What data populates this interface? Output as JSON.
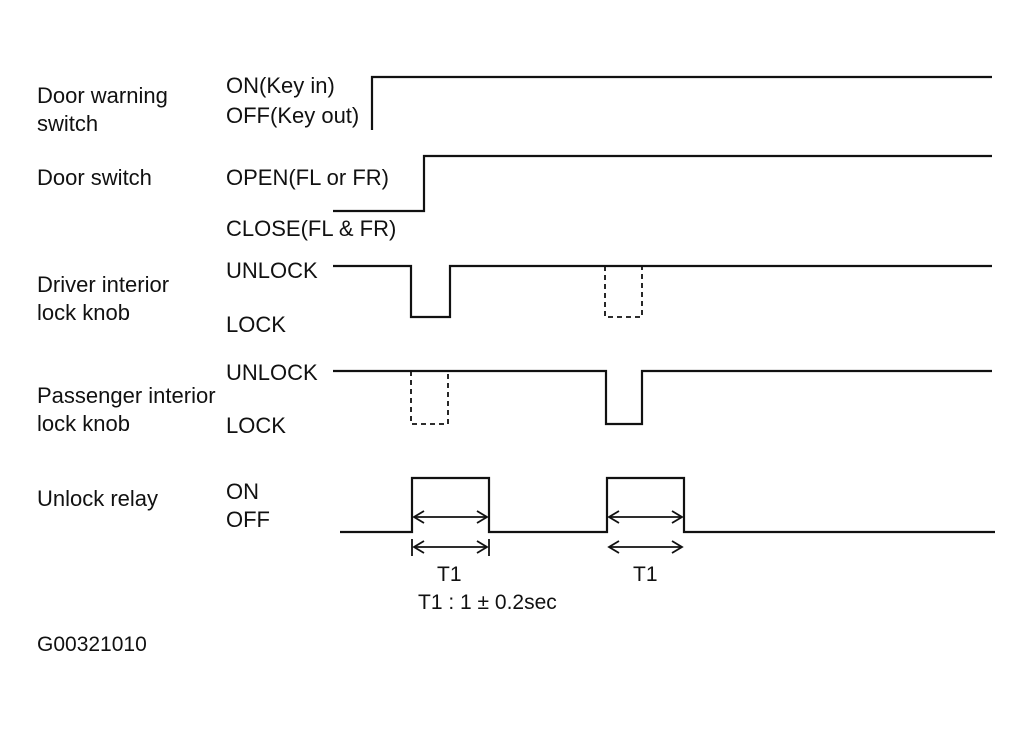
{
  "signals": [
    {
      "id": "door-warning-switch",
      "label_lines": [
        "Door warning",
        "switch"
      ],
      "states": [
        "ON(Key in)",
        "OFF(Key out)"
      ]
    },
    {
      "id": "door-switch",
      "label_lines": [
        "Door switch"
      ],
      "states": [
        "OPEN(FL  or FR)",
        "CLOSE(FL & FR)"
      ]
    },
    {
      "id": "driver-interior-lock-knob",
      "label_lines": [
        "Driver interior",
        "lock knob"
      ],
      "states": [
        "UNLOCK",
        "LOCK"
      ]
    },
    {
      "id": "passenger-interior-lock-knob",
      "label_lines": [
        "Passenger interior",
        "lock knob"
      ],
      "states": [
        "UNLOCK",
        "LOCK"
      ]
    },
    {
      "id": "unlock-relay",
      "label_lines": [
        "Unlock relay"
      ],
      "states": [
        "ON",
        "OFF"
      ]
    }
  ],
  "timing": {
    "interval_labels": [
      "T1",
      "T1"
    ],
    "note": "T1 : 1 ± 0.2sec"
  },
  "figure_code": "G00321010"
}
